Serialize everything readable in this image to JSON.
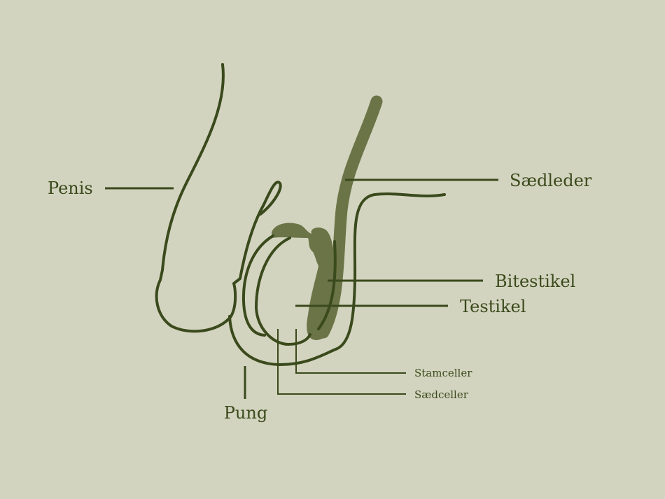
{
  "colors": {
    "background": "#d3d4bf",
    "line": "#3a4a1c",
    "fill": "#6b7447"
  },
  "labels": {
    "penis": "Penis",
    "saedleder": "Sædleder",
    "bitestikel": "Bitestikel",
    "testikel": "Testikel",
    "stamceller": "Stamceller",
    "saedceller": "Sædceller",
    "pung": "Pung"
  }
}
